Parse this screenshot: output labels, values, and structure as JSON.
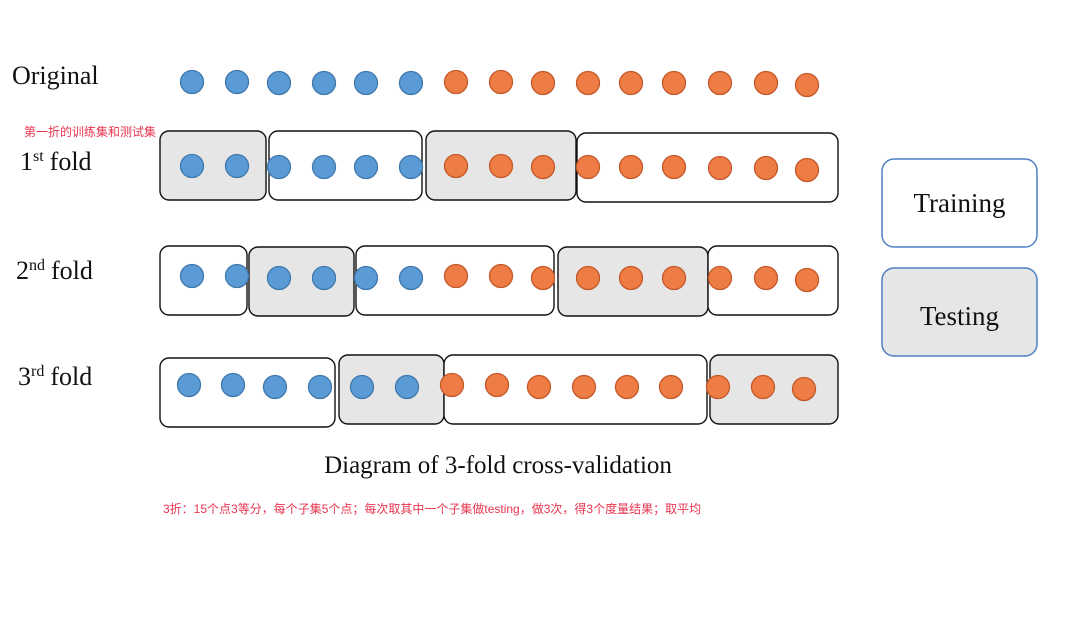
{
  "colors": {
    "blue_point": "#5b9bd5",
    "blue_point_edge": "#3f78ad",
    "orange_point": "#ee7d45",
    "orange_point_edge": "#c4582a",
    "testing_fill": "#e6e6e6",
    "box_stroke": "#111111",
    "legend_stroke": "#4f7fc4",
    "annotation": "#e8344e"
  },
  "original": {
    "label": "Original",
    "points": [
      "blue",
      "blue",
      "blue",
      "blue",
      "blue",
      "blue",
      "orange",
      "orange",
      "orange",
      "orange",
      "orange",
      "orange",
      "orange",
      "orange",
      "orange"
    ]
  },
  "annotation_top": "第一折的训练集和测试集",
  "folds": [
    {
      "num": "1",
      "suffix": "st",
      "word": "fold",
      "segments": [
        {
          "type": "testing",
          "points": [
            "blue",
            "blue"
          ]
        },
        {
          "type": "training",
          "points": [
            "blue",
            "blue",
            "blue",
            "blue"
          ]
        },
        {
          "type": "testing",
          "points": [
            "orange",
            "orange",
            "orange"
          ]
        },
        {
          "type": "training",
          "points": [
            "orange",
            "orange",
            "orange",
            "orange",
            "orange",
            "orange"
          ]
        }
      ]
    },
    {
      "num": "2",
      "suffix": "nd",
      "word": "fold",
      "segments": [
        {
          "type": "training",
          "points": [
            "blue",
            "blue"
          ]
        },
        {
          "type": "testing",
          "points": [
            "blue",
            "blue"
          ]
        },
        {
          "type": "training",
          "points": [
            "blue",
            "blue",
            "orange",
            "orange",
            "orange"
          ]
        },
        {
          "type": "testing",
          "points": [
            "orange",
            "orange",
            "orange"
          ]
        },
        {
          "type": "training",
          "points": [
            "orange",
            "orange",
            "orange"
          ]
        }
      ]
    },
    {
      "num": "3",
      "suffix": "rd",
      "word": "fold",
      "segments": [
        {
          "type": "training",
          "points": [
            "blue",
            "blue",
            "blue",
            "blue"
          ]
        },
        {
          "type": "testing",
          "points": [
            "blue",
            "blue"
          ]
        },
        {
          "type": "training",
          "points": [
            "orange",
            "orange",
            "orange",
            "orange",
            "orange",
            "orange"
          ]
        },
        {
          "type": "testing",
          "points": [
            "orange",
            "orange",
            "orange"
          ]
        }
      ]
    }
  ],
  "legend": {
    "training": "Training",
    "testing": "Testing"
  },
  "caption": "Diagram of 3-fold cross-validation",
  "note_bottom": "3折：15个点3等分，每个子集5个点；每次取其中一个子集做testing，做3次，得3个度量结果；取平均"
}
